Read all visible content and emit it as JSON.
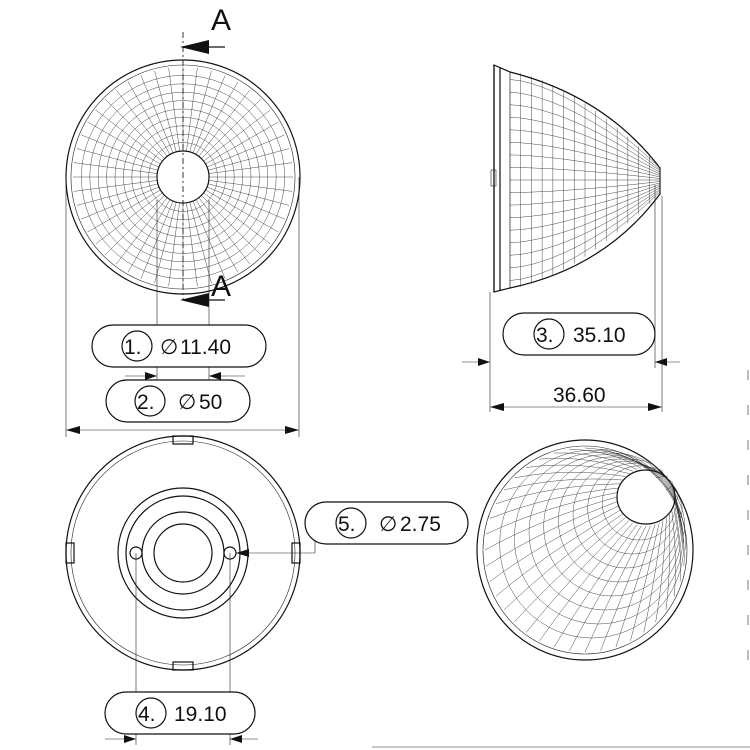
{
  "section": {
    "label": "A"
  },
  "dimensions": [
    {
      "id": "1",
      "badge": "1.",
      "symbol": "∅",
      "value": "11.40"
    },
    {
      "id": "2",
      "badge": "2.",
      "symbol": "∅",
      "value": "50"
    },
    {
      "id": "3",
      "badge": "3.",
      "symbol": "",
      "value": "35.10"
    },
    {
      "id": "4",
      "badge": "4.",
      "symbol": "",
      "value": "19.10"
    },
    {
      "id": "5",
      "badge": "5.",
      "symbol": "∅",
      "value": "2.75"
    }
  ],
  "overall_length": {
    "value": "36.60"
  }
}
